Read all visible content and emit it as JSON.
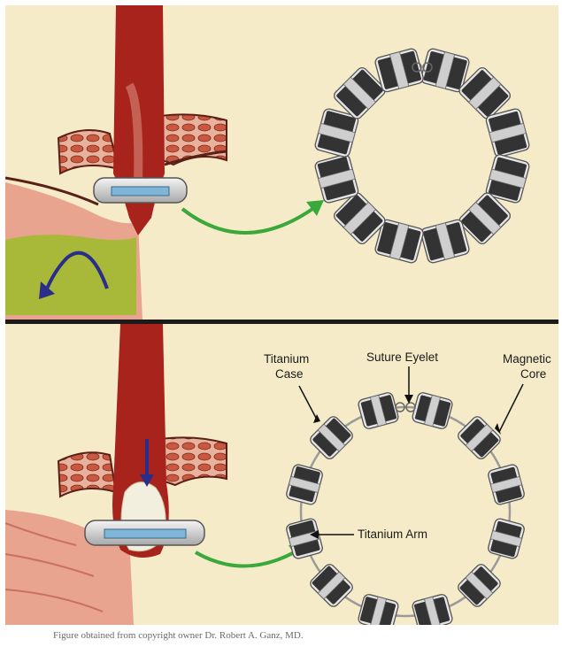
{
  "labels": {
    "titanium_case_line1": "Titanium",
    "titanium_case_line2": "Case",
    "suture_eyelet": "Suture Eyelet",
    "magnetic_core_line1": "Magnetic",
    "magnetic_core_line2": "Core",
    "titanium_arm": "Titanium Arm"
  },
  "credit": "Figure obtained from copyright owner Dr. Robert A. Ganz, MD.",
  "colors": {
    "background": "#f6ebc8",
    "esophagus": "#a8231c",
    "tissue_pink": "#e8a48f",
    "stomach_fluid": "#a8b838",
    "arrow_green": "#3aa83a",
    "reflux_arrow": "#2a2e8a",
    "bead_gray": "#d8d8d8",
    "magnet_dark": "#333333",
    "food_bolus": "#f2efdf"
  },
  "icons": {
    "reflux": "curved-arrow-icon",
    "transition": "curved-arrow-icon",
    "swallow": "down-arrow-icon"
  }
}
